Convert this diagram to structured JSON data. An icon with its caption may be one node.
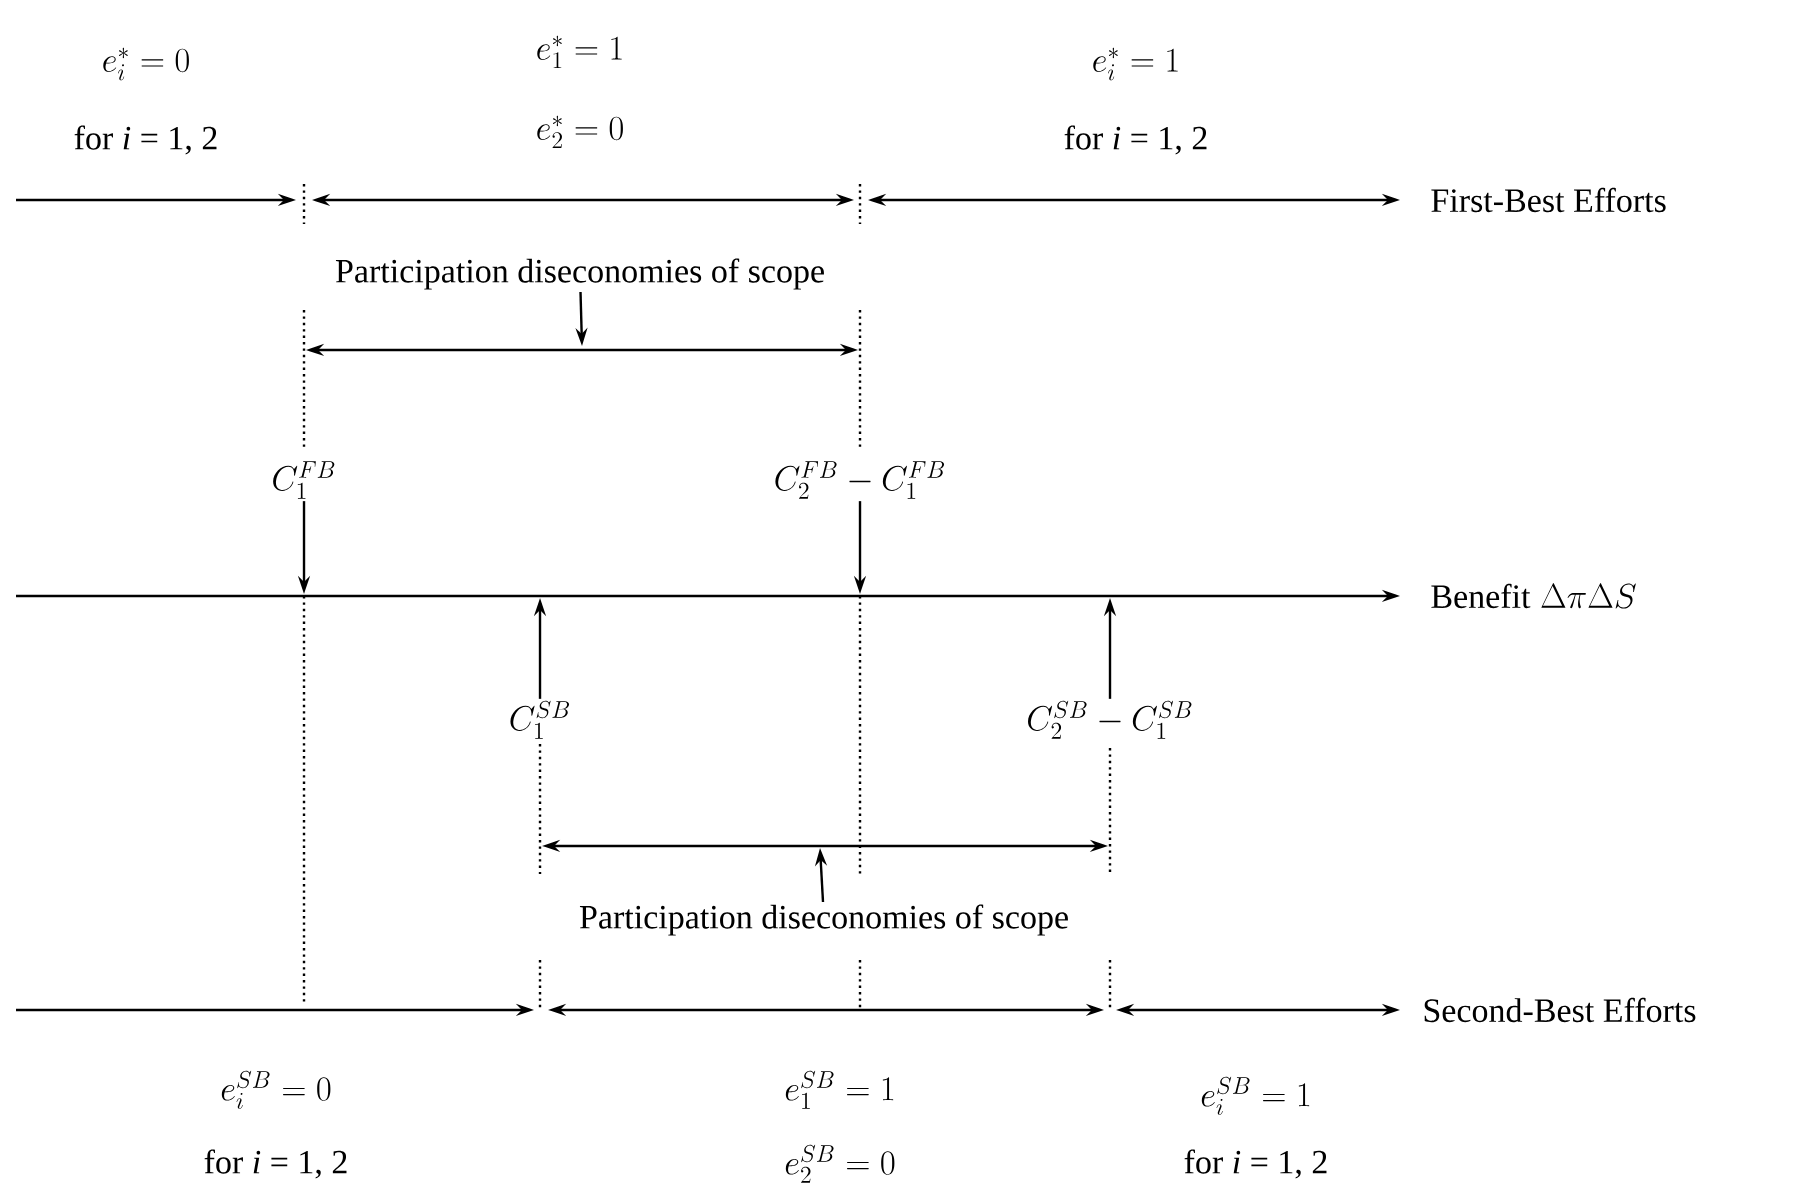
{
  "diagram": {
    "nodes": [
      {
        "text": [
          "C_1^{FB}"
        ]
      },
      {
        "text": [
          "C_2^{FB} - C_1^{FB}"
        ]
      },
      {
        "text": [
          "C_1^{SB}"
        ]
      },
      {
        "text": [
          "C_2^{SB} - C_1^{SB}"
        ]
      },
      {
        "text": [
          "Participation diseconomies of scope"
        ]
      },
      {
        "text": [
          "Participation diseconomies of scope"
        ]
      }
    ],
    "edges": [
      {
        "from": 0,
        "to": null,
        "arrow": "to"
      },
      {
        "from": 1,
        "to": null,
        "arrow": "to"
      },
      {
        "from": 2,
        "to": null,
        "arrow": "to"
      },
      {
        "from": 3,
        "to": null,
        "arrow": "to"
      },
      {
        "from": 4,
        "to": null,
        "arrow": "to"
      },
      {
        "from": 5,
        "to": null,
        "arrow": "to"
      }
    ],
    "labels": [
      "e_i^{*} = 0",
      "for *i* = 1, 2",
      "e_1^{*} = 1",
      "e_2^{*} = 0",
      "e_i^{*} = 1",
      "for *i* = 1, 2",
      "First-Best Efforts",
      "\\mathrm{Benefit}\\;\\Delta\\pi\\Delta S",
      "Second-Best Efforts",
      "e_i^{SB} = 0",
      "for *i* = 1, 2",
      "e_1^{SB} = 1",
      "e_2^{SB} = 0",
      "e_i^{SB} = 1",
      "for *i* = 1, 2"
    ]
  }
}
